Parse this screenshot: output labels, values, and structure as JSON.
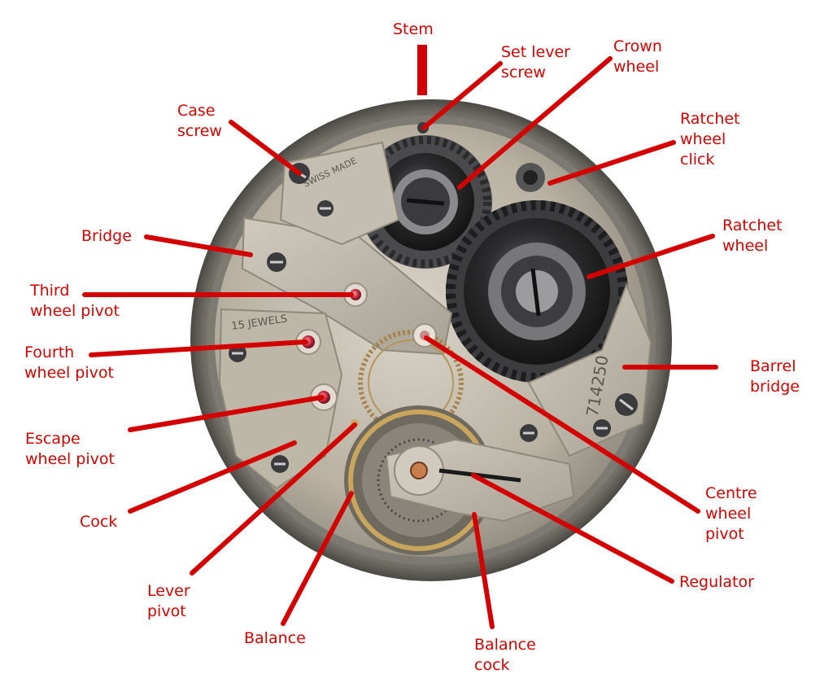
{
  "accent_color": "#d40000",
  "labels": {
    "stem": [
      "Stem"
    ],
    "set_lever_screw": [
      "Set lever",
      "screw"
    ],
    "crown_wheel": [
      "Crown",
      "wheel"
    ],
    "case_screw": [
      "Case",
      "screw"
    ],
    "ratchet_click": [
      "Ratchet",
      "wheel",
      "click"
    ],
    "bridge": [
      "Bridge"
    ],
    "ratchet_wheel": [
      "Ratchet",
      "wheel"
    ],
    "third_pivot": [
      "Third",
      "wheel pivot"
    ],
    "fourth_pivot": [
      "Fourth",
      "wheel pivot"
    ],
    "barrel_bridge": [
      "Barrel",
      "bridge"
    ],
    "escape_pivot": [
      "Escape",
      "wheel pivot"
    ],
    "cock": [
      "Cock"
    ],
    "centre_pivot": [
      "Centre",
      "wheel",
      "pivot"
    ],
    "lever_pivot": [
      "Lever",
      "pivot"
    ],
    "regulator": [
      "Regulator"
    ],
    "balance": [
      "Balance"
    ],
    "balance_cock": [
      "Balance",
      "cock"
    ]
  },
  "engravings": {
    "jewels": "15 JEWELS",
    "serial": "714250",
    "maker": "SWISS MADE"
  }
}
